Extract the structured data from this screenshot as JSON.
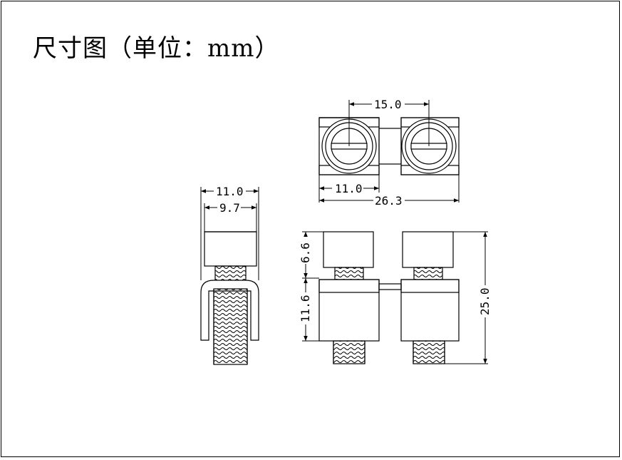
{
  "title": "尺寸图（单位：mm）",
  "dimensions": {
    "top_pitch": "15.0",
    "top_width": "11.0",
    "top_total": "26.3",
    "side_outer": "11.0",
    "side_inner": "9.7",
    "front_cap": "6.6",
    "front_body": "11.6",
    "front_total": "25.0"
  },
  "colors": {
    "line": "#000000",
    "background": "#ffffff"
  }
}
